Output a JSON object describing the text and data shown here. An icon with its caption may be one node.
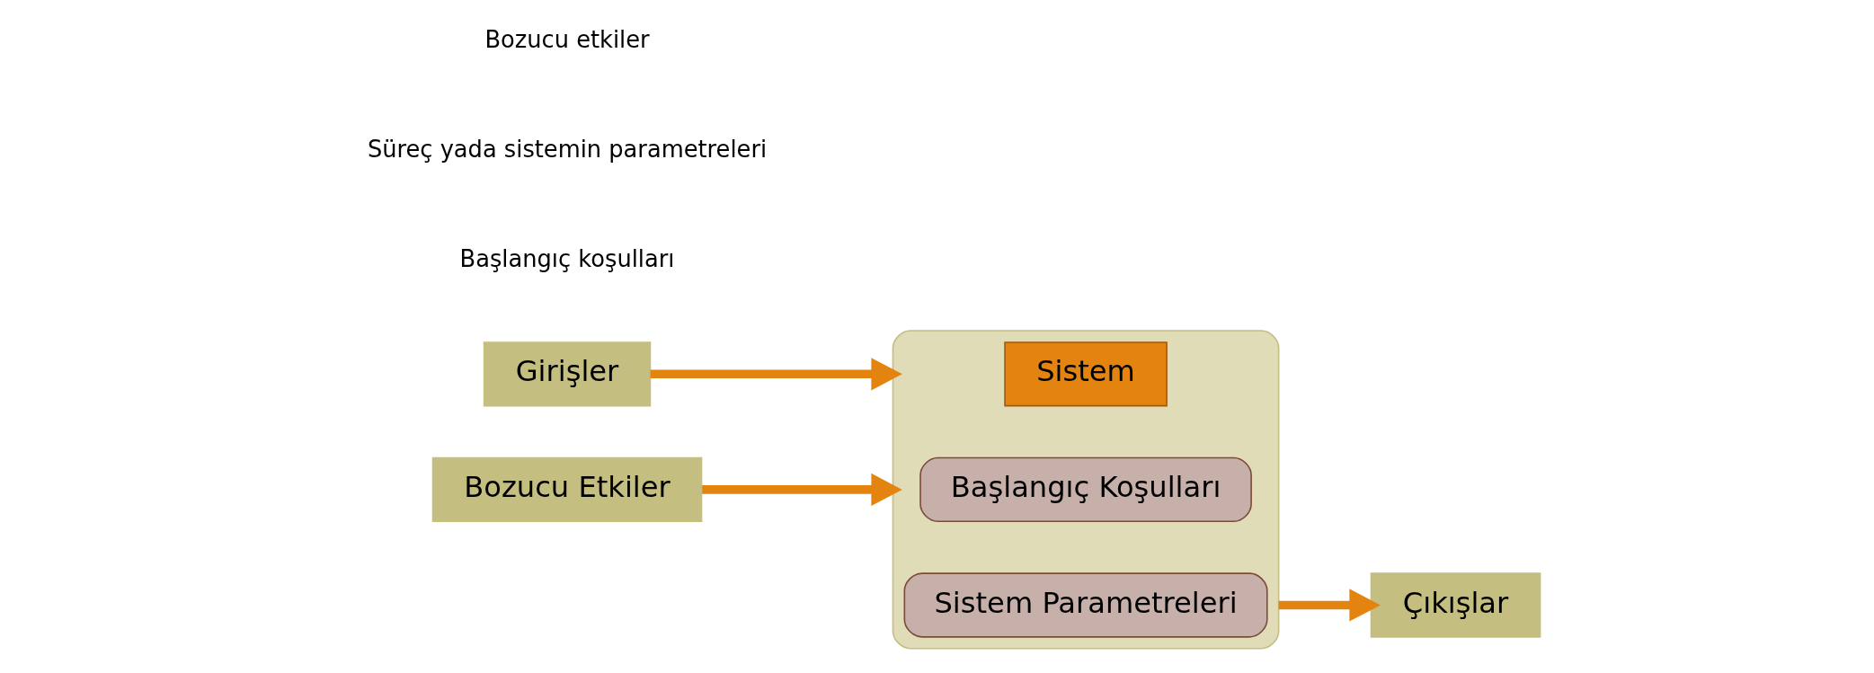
{
  "diagram": {
    "nodes": [
      {
        "text": [],
        "shape": "cloud"
      },
      {
        "text": [
          "Sistem"
        ],
        "in": 0
      },
      {
        "text": [
          "Başlangıç Koşulları"
        ],
        "in": 0
      },
      {
        "text": [
          "Sistem Parametreleri"
        ],
        "in": 0
      },
      {
        "text": [
          "Girişler"
        ]
      },
      {
        "text": [
          "Çıkışlar"
        ]
      },
      {
        "text": [
          "Bozucu Etkiler"
        ]
      }
    ],
    "edges": [
      {
        "from": 4,
        "to": 0,
        "arrow": "to"
      },
      {
        "from": 0,
        "to": 5,
        "arrow": "to"
      },
      {
        "from": 6,
        "to": 0,
        "arrow": "to"
      }
    ],
    "labels": [
      "Bozucu etkiler",
      "Süreç yada sistemin parametreleri",
      "Başlangıç koşulları"
    ]
  }
}
